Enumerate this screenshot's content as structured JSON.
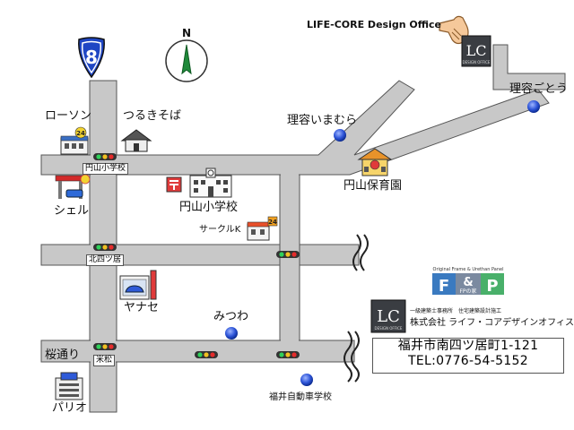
{
  "office_title": "LIFE-CORE Design Office",
  "route_number": "8",
  "compass_label": "N",
  "logo_letters": "LC",
  "logo_sub": "DESIGN OFFICE",
  "banner_text": "Original Frame & Urethan Panel",
  "banner_letters": [
    "F",
    "&",
    "P"
  ],
  "banner_sub": "FPの家",
  "company_line1": "一級建築士事務所　住宅建築設計施工",
  "company_name": "株式会社 ライフ・コアデザインオフィス",
  "address": "福井市南四ツ居町1-121",
  "tel": "TEL:0776-54-5152",
  "places": {
    "lawson": "ローソン",
    "tsurukisoba": "つるきそば",
    "riyou_imamura": "理容いまむら",
    "riyou_gotou": "理容ごとう",
    "maruyama_hoikuen": "円山保育園",
    "maruyama_school": "円山小学校",
    "circle_k": "サークルK",
    "shell": "シェル",
    "yanase": "ヤナセ",
    "mitsuwa": "みつわ",
    "sakura_doori": "桜通り",
    "pario": "パリオ",
    "fukui_driving_school": "福井自動車学校"
  },
  "intersections": {
    "maruyama": "円山小学校",
    "kitayotsui": "北四ツ居",
    "yonematsu": "米松"
  },
  "store_badge": "24",
  "colors": {
    "road": "#c8c8c8",
    "route_shield": "#1f46c4",
    "marker_blue": "#2e55d8",
    "logo_bg": "#3a3d42",
    "banner_blue": "#3a7ac0",
    "banner_green": "#49b06a"
  }
}
